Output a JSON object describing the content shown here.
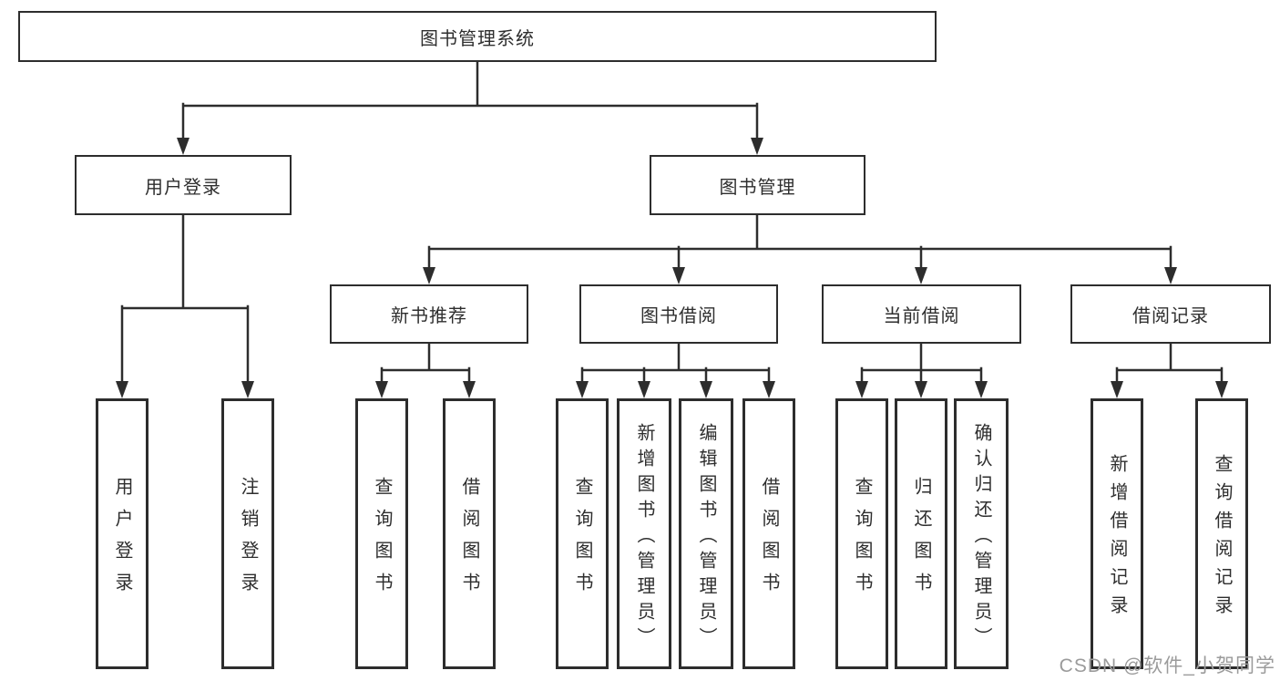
{
  "diagram": {
    "type": "tree",
    "nodes": {
      "root": {
        "label": "图书管理系统"
      },
      "user_login": {
        "label": "用户登录"
      },
      "book_management": {
        "label": "图书管理"
      },
      "new_book_recommend": {
        "label": "新书推荐"
      },
      "book_borrow": {
        "label": "图书借阅"
      },
      "current_borrow": {
        "label": "当前借阅"
      },
      "borrow_records": {
        "label": "借阅记录"
      },
      "leaf_user_login": {
        "label": "用户登录"
      },
      "leaf_logout": {
        "label": "注销登录"
      },
      "nbr_query": {
        "label": "查询图书"
      },
      "nbr_borrow": {
        "label": "借阅图书"
      },
      "bb_query": {
        "label": "查询图书"
      },
      "bb_add": {
        "label": "新增图书（管理员）"
      },
      "bb_edit": {
        "label": "编辑图书（管理员）"
      },
      "bb_borrow": {
        "label": "借阅图书"
      },
      "cb_query": {
        "label": "查询图书"
      },
      "cb_return": {
        "label": "归还图书"
      },
      "cb_confirm": {
        "label": "确认归还（管理员）"
      },
      "br_add": {
        "label": "新增借阅记录"
      },
      "br_query": {
        "label": "查询借阅记录"
      }
    },
    "edges": [
      [
        "root",
        "user_login"
      ],
      [
        "root",
        "book_management"
      ],
      [
        "user_login",
        "leaf_user_login"
      ],
      [
        "user_login",
        "leaf_logout"
      ],
      [
        "book_management",
        "new_book_recommend"
      ],
      [
        "book_management",
        "book_borrow"
      ],
      [
        "book_management",
        "current_borrow"
      ],
      [
        "book_management",
        "borrow_records"
      ],
      [
        "new_book_recommend",
        "nbr_query"
      ],
      [
        "new_book_recommend",
        "nbr_borrow"
      ],
      [
        "book_borrow",
        "bb_query"
      ],
      [
        "book_borrow",
        "bb_add"
      ],
      [
        "book_borrow",
        "bb_edit"
      ],
      [
        "book_borrow",
        "bb_borrow"
      ],
      [
        "current_borrow",
        "cb_query"
      ],
      [
        "current_borrow",
        "cb_return"
      ],
      [
        "current_borrow",
        "cb_confirm"
      ],
      [
        "borrow_records",
        "br_add"
      ],
      [
        "borrow_records",
        "br_query"
      ]
    ],
    "colors": {
      "line": "#2d2d2d",
      "box_border": "#2d2d2d",
      "text": "#2e2e2e",
      "background": "#ffffff",
      "watermark": "#9b9b9b"
    }
  },
  "watermark": {
    "text": "CSDN @软件_小贺同学"
  }
}
